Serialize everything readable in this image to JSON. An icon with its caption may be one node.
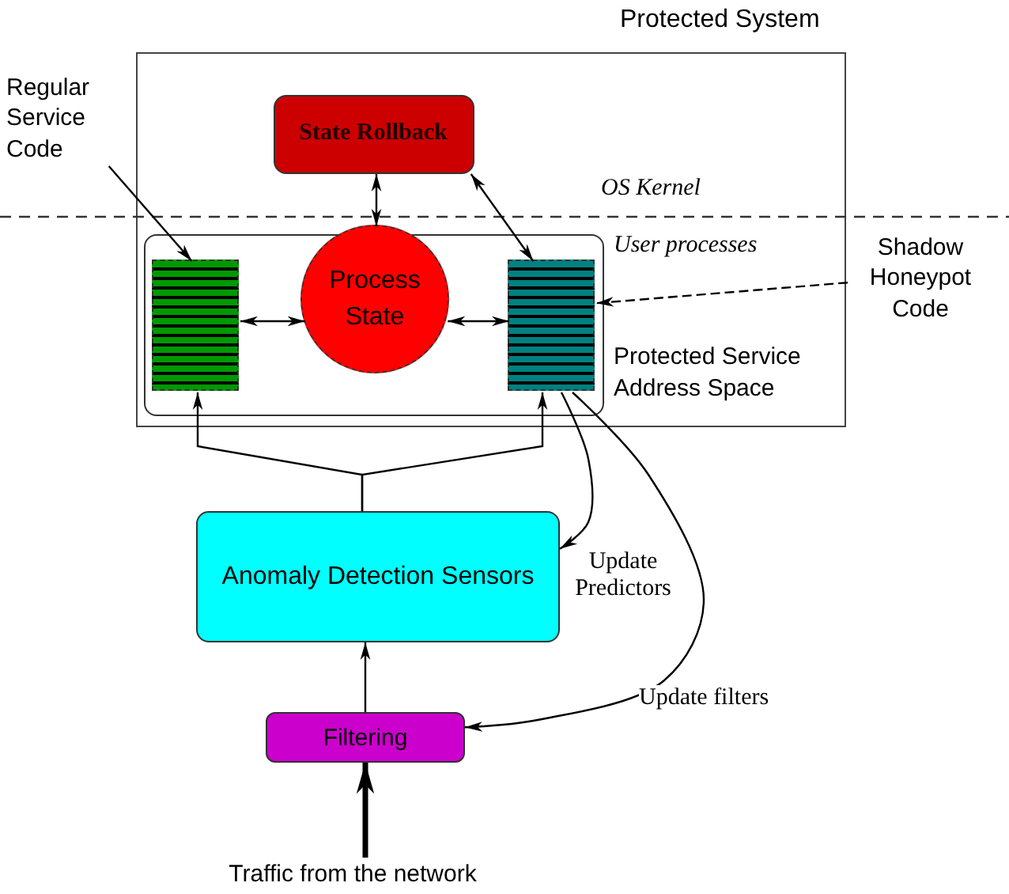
{
  "diagram": {
    "nodes": [
      {
        "text": [
          "Protected System"
        ]
      },
      {
        "text": [
          "State Rollback"
        ],
        "in": 0
      },
      {
        "text": [],
        "shape": "box",
        "in": 0
      },
      {
        "text": [],
        "shape": "bar",
        "in": 2
      },
      {
        "text": [
          "Process State"
        ],
        "in": 2
      },
      {
        "text": [],
        "shape": "bar",
        "in": 2
      },
      {
        "text": [
          "Regular Service Code"
        ]
      },
      {
        "text": [
          "Shadow Honeypot Code"
        ]
      },
      {
        "text": [
          "Anomaly Detection Sensors"
        ]
      },
      {
        "text": [
          "Filtering"
        ]
      },
      {
        "text": [
          "Traffic from the network"
        ]
      }
    ],
    "edges": [
      {
        "from": 6,
        "to": 3,
        "arrow": "to"
      },
      {
        "from": 7,
        "to": 5,
        "arrow": "to",
        "style": "dashed"
      },
      {
        "from": 1,
        "to": 4,
        "arrow": "both"
      },
      {
        "from": 1,
        "to": 5,
        "arrow": "both"
      },
      {
        "from": 3,
        "to": 4,
        "arrow": "both"
      },
      {
        "from": 4,
        "to": 5,
        "arrow": "both"
      },
      {
        "from": 8,
        "to": 3,
        "arrow": "to"
      },
      {
        "from": 8,
        "to": 5,
        "arrow": "to"
      },
      {
        "from": 5,
        "to": 8,
        "arrow": "to",
        "label": "Update Predictors"
      },
      {
        "from": 5,
        "to": 9,
        "arrow": "to",
        "label": "Update filters"
      },
      {
        "from": 9,
        "to": 8,
        "arrow": "to"
      },
      {
        "from": 10,
        "to": 9,
        "arrow": "to",
        "style": "thick"
      }
    ],
    "labels": [
      "OS Kernel",
      "User processes",
      "Protected Service Address Space"
    ]
  }
}
